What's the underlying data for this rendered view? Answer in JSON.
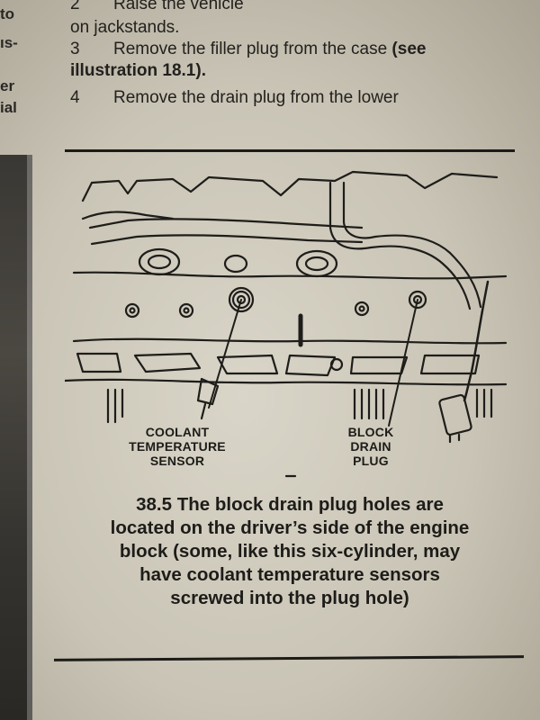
{
  "margin_fragments": [
    "to",
    "ıs-",
    "er",
    "ial"
  ],
  "instructions": [
    {
      "num": "2",
      "text": "Raise the vehicle",
      "bold": ""
    },
    {
      "num": "",
      "text": "on jackstands.",
      "bold": ""
    },
    {
      "num": "3",
      "text": "Remove the filler plug from the case ",
      "bold": "(see"
    },
    {
      "num": "",
      "text": "",
      "bold": "illustration 18.1)."
    },
    {
      "num": "4",
      "text": "Remove the drain plug from the lower",
      "bold": ""
    }
  ],
  "figure": {
    "label_left": [
      "COOLANT",
      "TEMPERATURE",
      "SENSOR"
    ],
    "label_right": [
      "BLOCK",
      "DRAIN",
      "PLUG"
    ]
  },
  "caption": [
    "38.5 The block drain plug holes are",
    "located on the driver’s side of the engine",
    "block (some, like this six-cylinder, may",
    "have coolant temperature sensors",
    "screwed into the plug hole)"
  ],
  "colors": {
    "paper": "#d4d0c3",
    "ink": "#1c1b18"
  }
}
